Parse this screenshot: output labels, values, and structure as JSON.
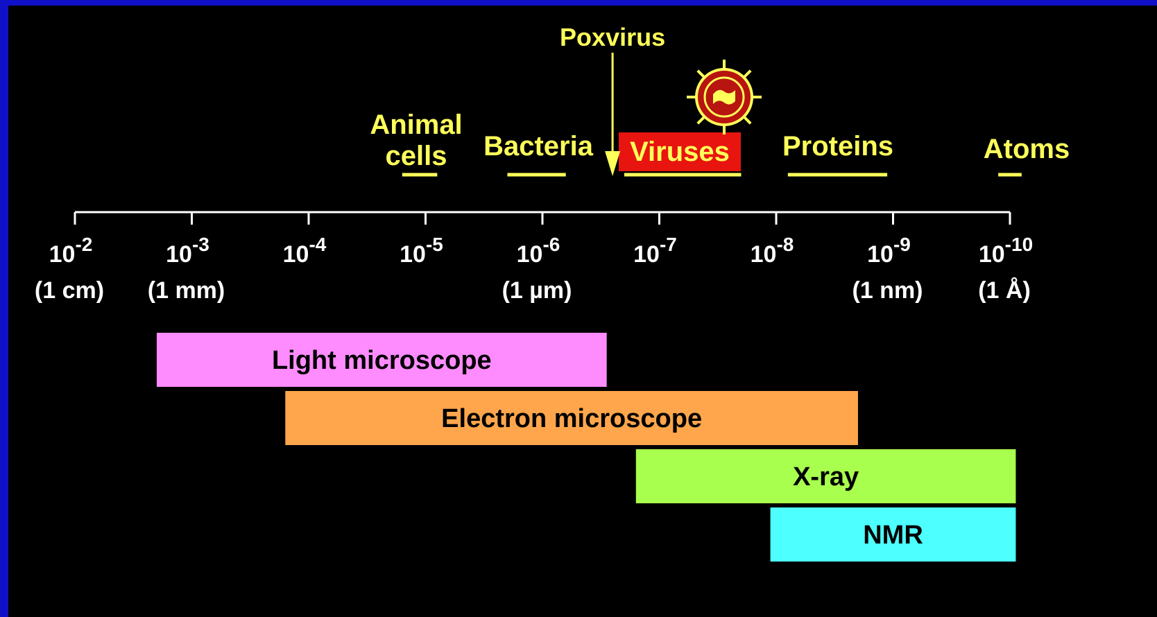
{
  "colors": {
    "background": "#000000",
    "border": "#1010c8",
    "label": "#ffff5a",
    "scale": "#ffffff",
    "viruses_highlight": "#e8140f",
    "virus_icon": "#b81410"
  },
  "title_arrow": {
    "label": "Poxvirus",
    "icon": "down-arrow-icon"
  },
  "virus_icon": {
    "name": "virus-particle-icon"
  },
  "objects": [
    {
      "id": "animal-cells",
      "lines": [
        "Animal",
        "cells"
      ]
    },
    {
      "id": "bacteria",
      "lines": [
        "Bacteria"
      ]
    },
    {
      "id": "viruses",
      "lines": [
        "Viruses"
      ],
      "highlight": true
    },
    {
      "id": "proteins",
      "lines": [
        "Proteins"
      ]
    },
    {
      "id": "atoms",
      "lines": [
        "Atoms"
      ]
    }
  ],
  "scale": {
    "ticks": [
      {
        "base": "10",
        "exp": "-2",
        "unit": "(1 cm)"
      },
      {
        "base": "10",
        "exp": "-3",
        "unit": "(1 mm)"
      },
      {
        "base": "10",
        "exp": "-4",
        "unit": ""
      },
      {
        "base": "10",
        "exp": "-5",
        "unit": ""
      },
      {
        "base": "10",
        "exp": "-6",
        "unit": "(1 µm)"
      },
      {
        "base": "10",
        "exp": "-7",
        "unit": ""
      },
      {
        "base": "10",
        "exp": "-8",
        "unit": ""
      },
      {
        "base": "10",
        "exp": "-9",
        "unit": "(1 nm)"
      },
      {
        "base": "10",
        "exp": "-10",
        "unit": "(1 Å)"
      }
    ]
  },
  "size_ranges": [
    {
      "id": "animal-cells",
      "from": -4.8,
      "to": -5.1
    },
    {
      "id": "bacteria",
      "from": -5.7,
      "to": -6.2
    },
    {
      "id": "viruses",
      "from": -6.7,
      "to": -7.7
    },
    {
      "id": "proteins",
      "from": -8.1,
      "to": -8.95
    },
    {
      "id": "atoms",
      "from": -9.9,
      "to": -10.1
    }
  ],
  "poxvirus_at": -6.6,
  "techniques": [
    {
      "label": "Light microscope",
      "from": -2.7,
      "to": -6.55,
      "color": "#ff8cff",
      "text_color": "#000000"
    },
    {
      "label": "Electron microscope",
      "from": -3.8,
      "to": -8.7,
      "color": "#ffa64d",
      "text_color": "#000000"
    },
    {
      "label": "X-ray",
      "from": -6.8,
      "to": -10.05,
      "color": "#a8ff4d",
      "text_color": "#000000"
    },
    {
      "label": "NMR",
      "from": -7.95,
      "to": -10.05,
      "color": "#4dffff",
      "text_color": "#000000"
    }
  ]
}
